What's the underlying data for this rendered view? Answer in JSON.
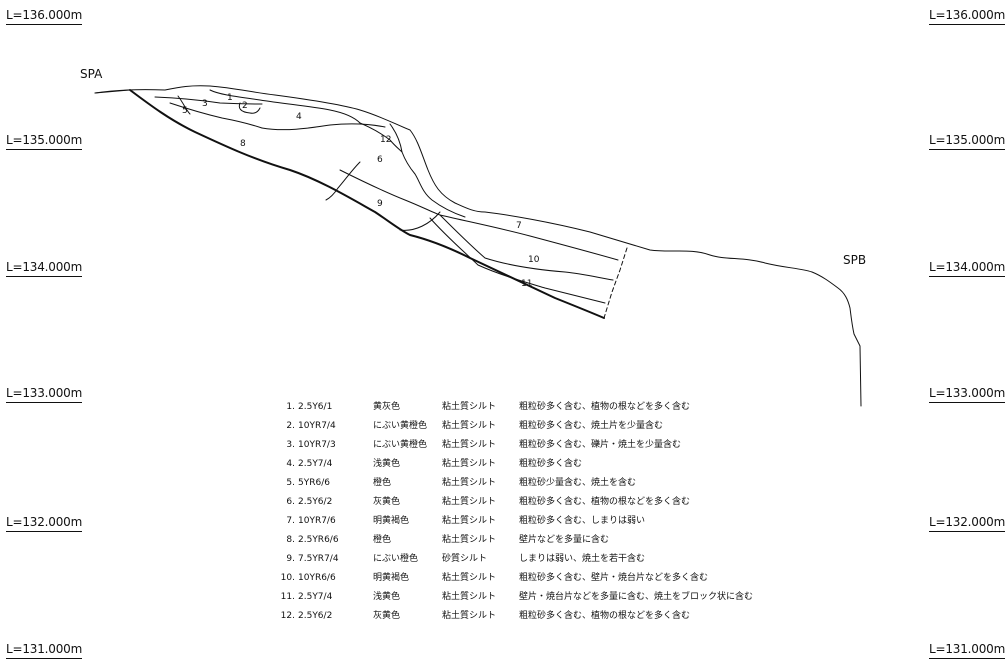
{
  "levels": {
    "left": [
      "L=136.000m",
      "L=135.000m",
      "L=134.000m",
      "L=133.000m",
      "L=132.000m",
      "L=131.000m"
    ],
    "right": [
      "L=136.000m",
      "L=135.000m",
      "L=134.000m",
      "L=133.000m",
      "L=132.000m",
      "L=131.000m"
    ]
  },
  "points": {
    "spa": "SPA",
    "spb": "SPB"
  },
  "layer_numbers": [
    "1",
    "2",
    "3",
    "4",
    "5",
    "6",
    "7",
    "8",
    "9",
    "10",
    "11",
    "12"
  ],
  "legend": [
    {
      "num": "1.",
      "code": "2.5Y6/1",
      "color": "黄灰色",
      "soil": "粘土質シルト",
      "note": "粗粒砂多く含む、植物の根などを多く含む"
    },
    {
      "num": "2.",
      "code": "10YR7/4",
      "color": "にぶい黄橙色",
      "soil": "粘土質シルト",
      "note": "粗粒砂多く含む、焼土片を少量含む"
    },
    {
      "num": "3.",
      "code": "10YR7/3",
      "color": "にぶい黄橙色",
      "soil": "粘土質シルト",
      "note": "粗粒砂多く含む、礫片・焼土を少量含む"
    },
    {
      "num": "4.",
      "code": "2.5Y7/4",
      "color": "浅黄色",
      "soil": "粘土質シルト",
      "note": "粗粒砂多く含む"
    },
    {
      "num": "5.",
      "code": "5YR6/6",
      "color": " 橙色",
      "soil": "粘土質シルト",
      "note": "粗粒砂少量含む、焼土を含む"
    },
    {
      "num": "6.",
      "code": "2.5Y6/2",
      "color": "灰黄色",
      "soil": "粘土質シルト",
      "note": "粗粒砂多く含む、植物の根などを多く含む"
    },
    {
      "num": "7.",
      "code": "10YR7/6",
      "color": "明黄褐色",
      "soil": "粘土質シルト",
      "note": "粗粒砂多く含む、しまりは弱い"
    },
    {
      "num": "8.",
      "code": "2.5YR6/6",
      "color": " 橙色",
      "soil": "粘土質シルト",
      "note": "壁片などを多量に含む"
    },
    {
      "num": "9.",
      "code": "7.5YR7/4",
      "color": "にぶい橙色",
      "soil": "砂質シルト",
      "note": "しまりは弱い、焼土を若干含む"
    },
    {
      "num": "10.",
      "code": "10YR6/6",
      "color": "明黄褐色",
      "soil": "粘土質シルト",
      "note": "粗粒砂多く含む、壁片・焼台片などを多く含む"
    },
    {
      "num": "11.",
      "code": "2.5Y7/4",
      "color": "浅黄色",
      "soil": "粘土質シルト",
      "note": "壁片・焼台片などを多量に含む、焼土をブロック状に含む"
    },
    {
      "num": "12.",
      "code": "2.5Y6/2",
      "color": "灰黄色",
      "soil": "粘土質シルト",
      "note": "粗粒砂多く含む、植物の根などを多く含む"
    }
  ]
}
